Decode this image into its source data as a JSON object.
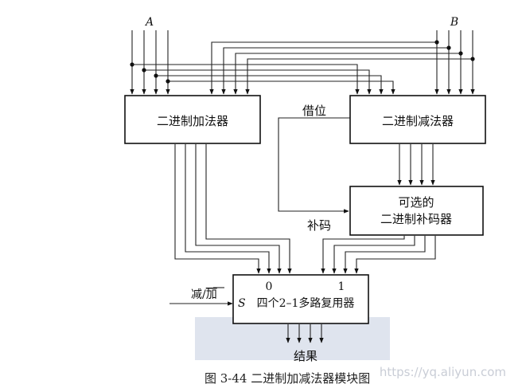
{
  "input_a": "A",
  "input_b": "B",
  "adder": "二进制加法器",
  "subtractor": "二进制减法器",
  "complementer": {
    "line1": "可选的",
    "line2": "二进制补码器"
  },
  "borrow": "借位",
  "complement": "补码",
  "mux": {
    "select": "S",
    "title": "四个2–1多路复用器",
    "input0": "0",
    "input1": "1"
  },
  "control": {
    "prefix": "减/",
    "overline": "加"
  },
  "result": "结果",
  "caption": "图 3-44   二进制加减法器模块图",
  "watermark": "https://yq.aliyun.com"
}
